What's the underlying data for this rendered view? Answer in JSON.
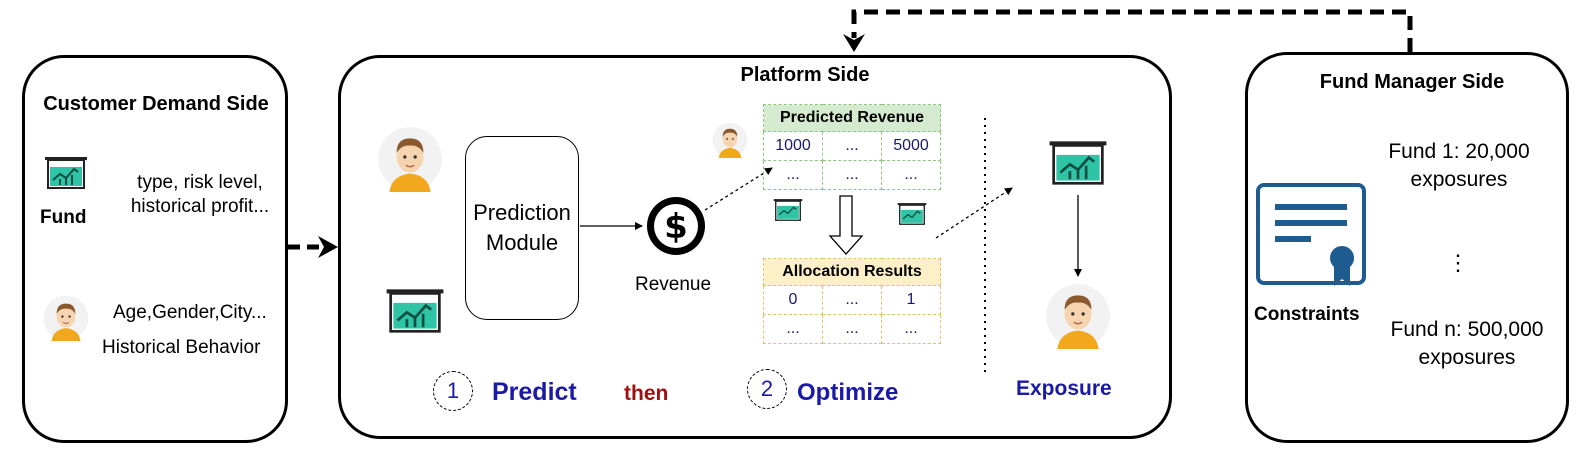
{
  "customer_side": {
    "title": "Customer Demand Side",
    "fund_label": "Fund",
    "fund_attrs_1": "type, risk level,",
    "fund_attrs_2": "historical profit...",
    "user_attrs_1": "Age,Gender,City...",
    "user_attrs_2": "Historical Behavior"
  },
  "platform_side": {
    "title": "Platform Side",
    "prediction_module": "Prediction Module",
    "revenue_label": "Revenue",
    "predicted_revenue": {
      "header": "Predicted Revenue",
      "rows": [
        [
          "1000",
          "...",
          "5000"
        ],
        [
          "...",
          "...",
          "..."
        ]
      ]
    },
    "allocation_results": {
      "header": "Allocation Results",
      "rows": [
        [
          "0",
          "...",
          "1"
        ],
        [
          "...",
          "...",
          "..."
        ]
      ]
    },
    "step1_num": "1",
    "step1_label": "Predict",
    "then_label": "then",
    "step2_num": "2",
    "step2_label": "Optimize",
    "exposure_label": "Exposure"
  },
  "fund_manager_side": {
    "title": "Fund Manager Side",
    "fund1_line1": "Fund 1: 20,000",
    "fund1_line2": "exposures",
    "ellipsis": "⋮",
    "fundn_line1": "Fund n: 500,000",
    "fundn_line2": "exposures",
    "constraints_label": "Constraints"
  },
  "colors": {
    "teal": "#2fc4a6",
    "teal_dark": "#158a74",
    "doc_blue": "#1e5c8f",
    "skin": "#f6d4b0",
    "hair": "#8a5a2e",
    "shirt": "#f2a81d",
    "accent_blue": "#1a1aa6",
    "accent_red": "#a01010"
  }
}
